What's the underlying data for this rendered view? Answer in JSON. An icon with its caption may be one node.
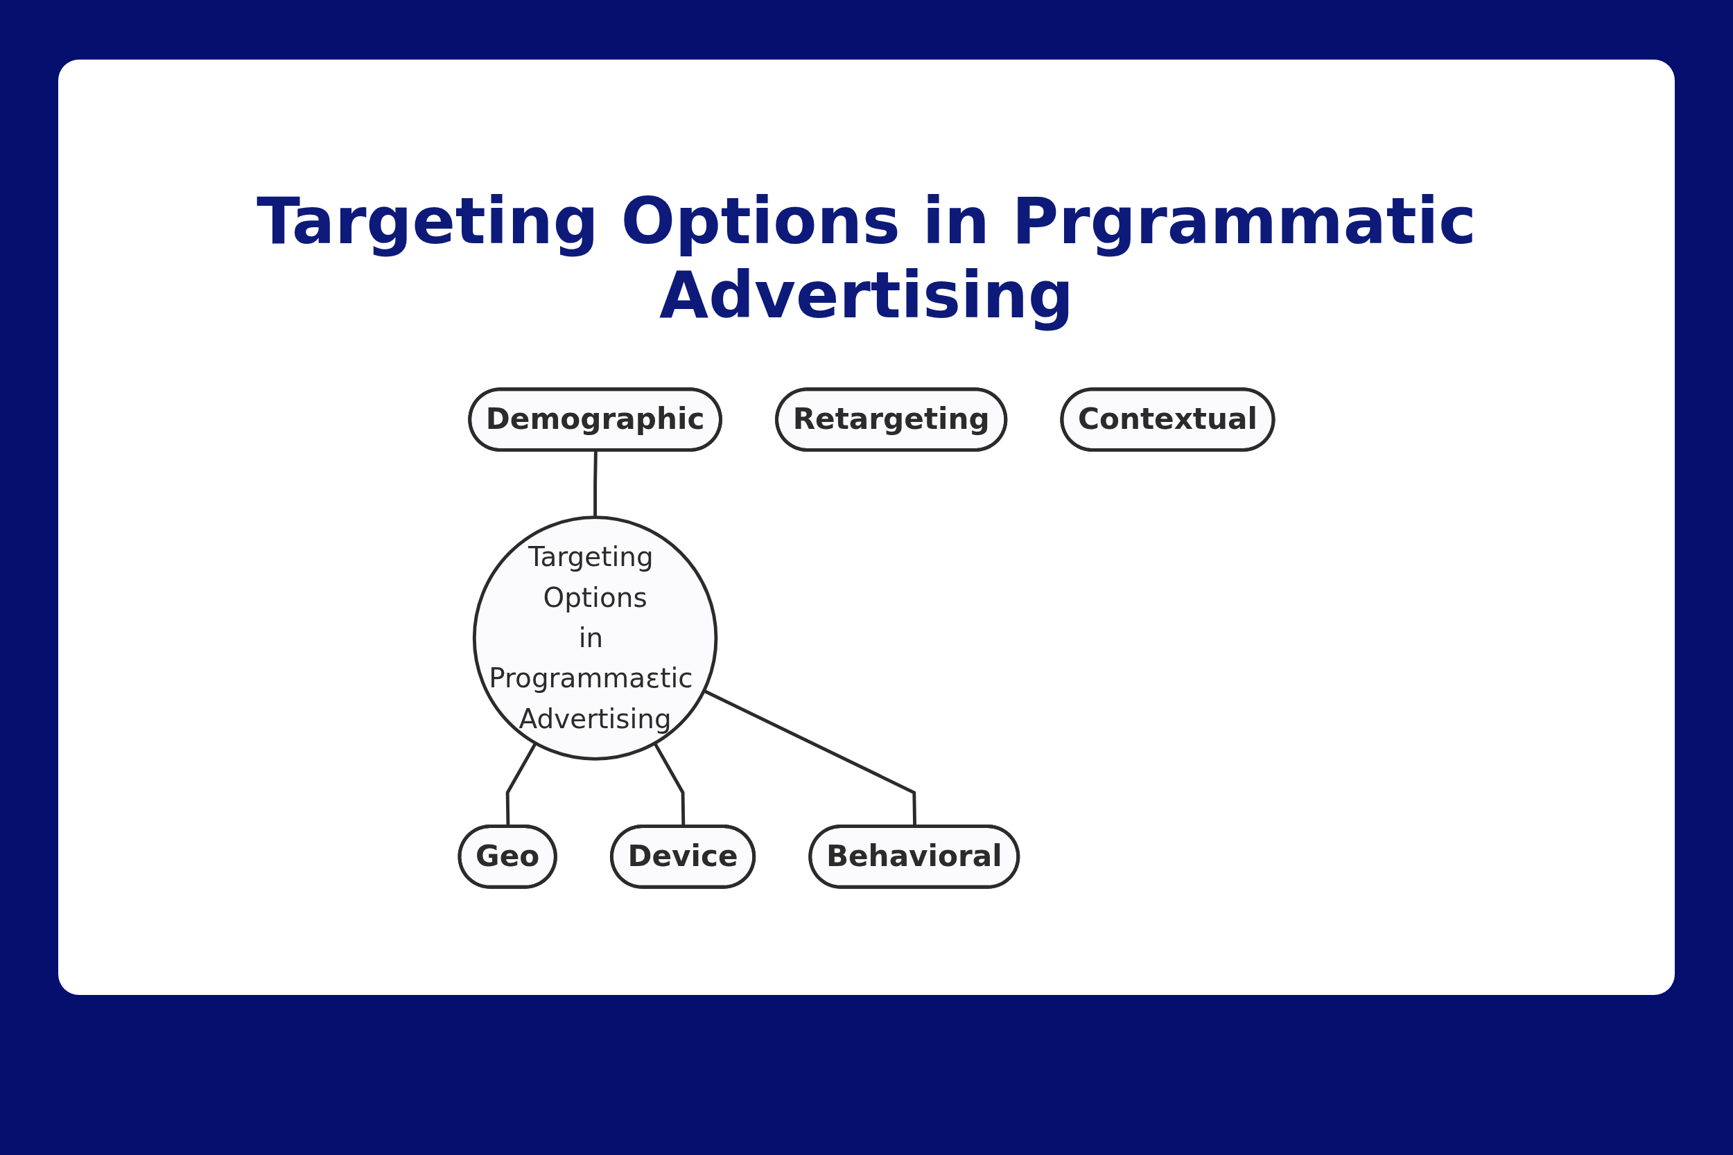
{
  "diagram": {
    "title": "Targeting Options in Prgrammatic Advertising",
    "nodes": [
      {
        "text": [
          "Demographic"
        ]
      },
      {
        "text": [
          "Retargeting"
        ]
      },
      {
        "text": [
          "Targeting Options",
          "in Programmaεtic Advertising"
        ]
      },
      {
        "text": [
          "Geo"
        ]
      },
      {
        "text": [
          "Contextual"
        ]
      },
      {
        "text": [
          "Device"
        ]
      },
      {
        "text": [
          "Behavioral"
        ]
      }
    ],
    "edges": [
      {
        "from": 0,
        "to": 2,
        "arrow": "none"
      },
      {
        "from": 2,
        "to": 3,
        "arrow": "none"
      },
      {
        "from": 2,
        "to": 5,
        "arrow": "none"
      },
      {
        "from": 2,
        "to": 6,
        "arrow": "none"
      }
    ]
  }
}
